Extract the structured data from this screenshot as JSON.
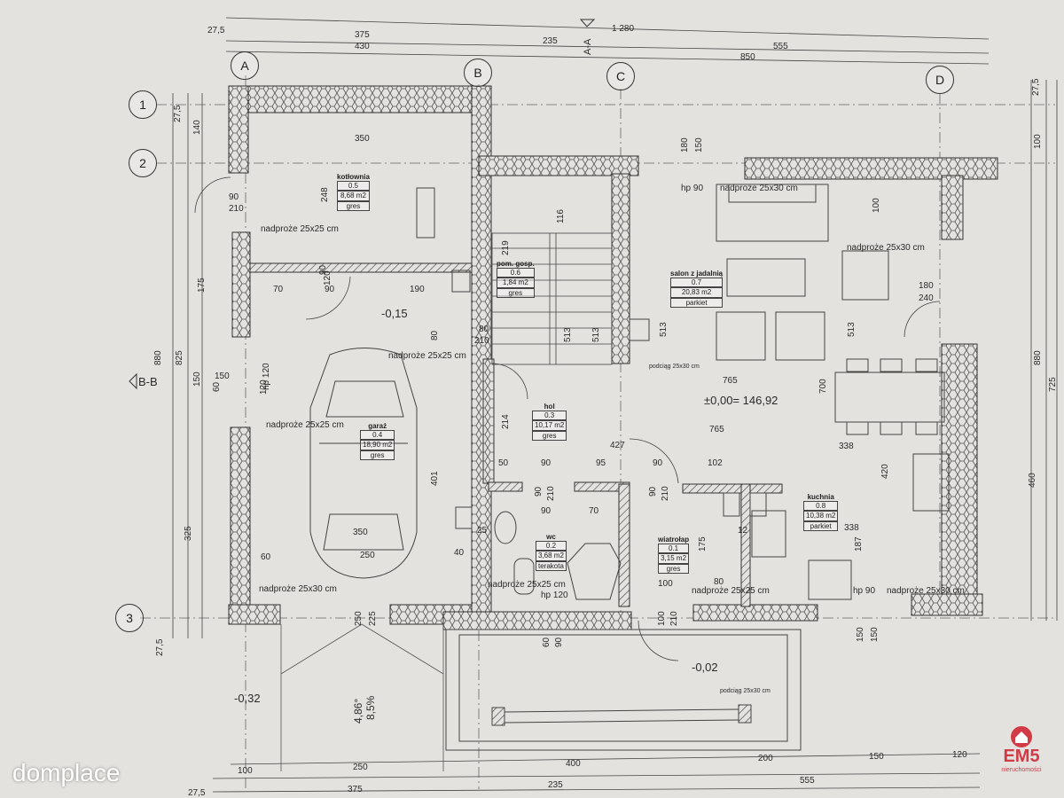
{
  "axes": {
    "cols": [
      "A",
      "B",
      "C",
      "D"
    ],
    "rows": [
      "1",
      "2",
      "3"
    ]
  },
  "section_marks": {
    "aa": "A-A",
    "bb": "B-B"
  },
  "rooms": {
    "kotlownia": {
      "name": "kotłownia",
      "number": "0.5",
      "area": "8,68 m2",
      "finish": "gres"
    },
    "pom_gosp": {
      "name": "pom. gosp.",
      "number": "0.6",
      "area": "1,84 m2",
      "finish": "gres"
    },
    "salon": {
      "name": "salon z jadalnią",
      "number": "0.7",
      "area": "20,83 m2",
      "finish": "parkiet"
    },
    "garaz": {
      "name": "garaż",
      "number": "0.4",
      "area": "18,90 m2",
      "finish": "gres"
    },
    "hol": {
      "name": "hol",
      "number": "0.3",
      "area": "10,17 m2",
      "finish": "gres"
    },
    "kuchnia": {
      "name": "kuchnia",
      "number": "0.8",
      "area": "10,38 m2",
      "finish": "parkiet"
    },
    "wc": {
      "name": "wc",
      "number": "0.2",
      "area": "3,68 m2",
      "finish": "terakota"
    },
    "wiatrolap": {
      "name": "wiatrołap",
      "number": "0.1",
      "area": "3,15 m2",
      "finish": "gres"
    }
  },
  "levels": {
    "zero": "±0,00= 146,92",
    "garage": "-0,15",
    "entrance": "-0,02",
    "driveway": "-0,32"
  },
  "slope": {
    "deg": "4,86°",
    "pct": "8,5%"
  },
  "notes": {
    "n1": "nadproże 25x25 cm",
    "n2": "nadproże 25x25 cm",
    "n3": "nadproże 25x25 cm",
    "n4": "nadproże 25x30 cm",
    "n5": "nadproże 25x30 cm",
    "n6": "nadproże 25x25 cm",
    "n7": "nadproże 25x25 cm",
    "n8": "nadproże 25x30 cm",
    "n9": "nadproże 25x30 cm",
    "p1": "podciąg 25x30 cm",
    "p2": "podciąg 25x30 cm",
    "hp1": "hp 90",
    "hp2": "hp 120",
    "hp3": "hp 120",
    "hp4": "hp 90"
  },
  "top_dims": {
    "d1": "27,5",
    "d2": "1 280",
    "d3": "375",
    "d4": "235",
    "d5": "430",
    "d6": "555",
    "d7": "850"
  },
  "bottom_dims": {
    "b1": "100",
    "b2": "250",
    "b3": "400",
    "b4": "200",
    "b5": "150",
    "b6": "120",
    "b7": "27,5",
    "b8": "375",
    "b9": "235",
    "b10": "555"
  },
  "left_dims": {
    "l1": "27,5",
    "l2": "140",
    "l3": "175",
    "l4": "150",
    "l5": "325",
    "l6": "27,5",
    "l7": "880",
    "l8": "825",
    "l9": "60"
  },
  "right_dims": {
    "r1": "27,5",
    "r2": "100",
    "r3": "880",
    "r4": "725",
    "r5": "460"
  },
  "inner_dims": {
    "i1": "350",
    "i2": "248",
    "i3": "90",
    "i4": "210",
    "i5": "70",
    "i6": "90",
    "i7": "190",
    "i8": "90",
    "i9": "120",
    "i10": "150",
    "i11": "120",
    "i12": "350",
    "i13": "60",
    "i14": "250",
    "i15": "40",
    "i16": "401",
    "i17": "250",
    "i18": "225",
    "i19": "180",
    "i20": "150",
    "i21": "116",
    "i22": "219",
    "i23": "513",
    "i24": "513",
    "i25": "513",
    "i26": "513",
    "i27": "80",
    "i28": "210",
    "i29": "80",
    "i30": "765",
    "i31": "765",
    "i32": "427",
    "i33": "214",
    "i34": "50",
    "i35": "90",
    "i36": "95",
    "i37": "90",
    "i38": "102",
    "i39": "338",
    "i40": "338",
    "i41": "90",
    "i42": "210",
    "i43": "90",
    "i44": "70",
    "i45": "25",
    "i46": "90",
    "i47": "210",
    "i48": "175",
    "i49": "100",
    "i50": "80",
    "i51": "700",
    "i52": "420",
    "i53": "187",
    "i54": "100",
    "i55": "180",
    "i56": "240",
    "i57": "60",
    "i58": "90",
    "i59": "100",
    "i60": "210",
    "i61": "150",
    "i62": "150",
    "i63": "12"
  },
  "watermark": "domplace",
  "logo": {
    "text": "EM5",
    "sub": "nieruchomości"
  },
  "colors": {
    "paper": "#e3e2df",
    "line": "#3a3a3a",
    "hatch": "#555555"
  }
}
